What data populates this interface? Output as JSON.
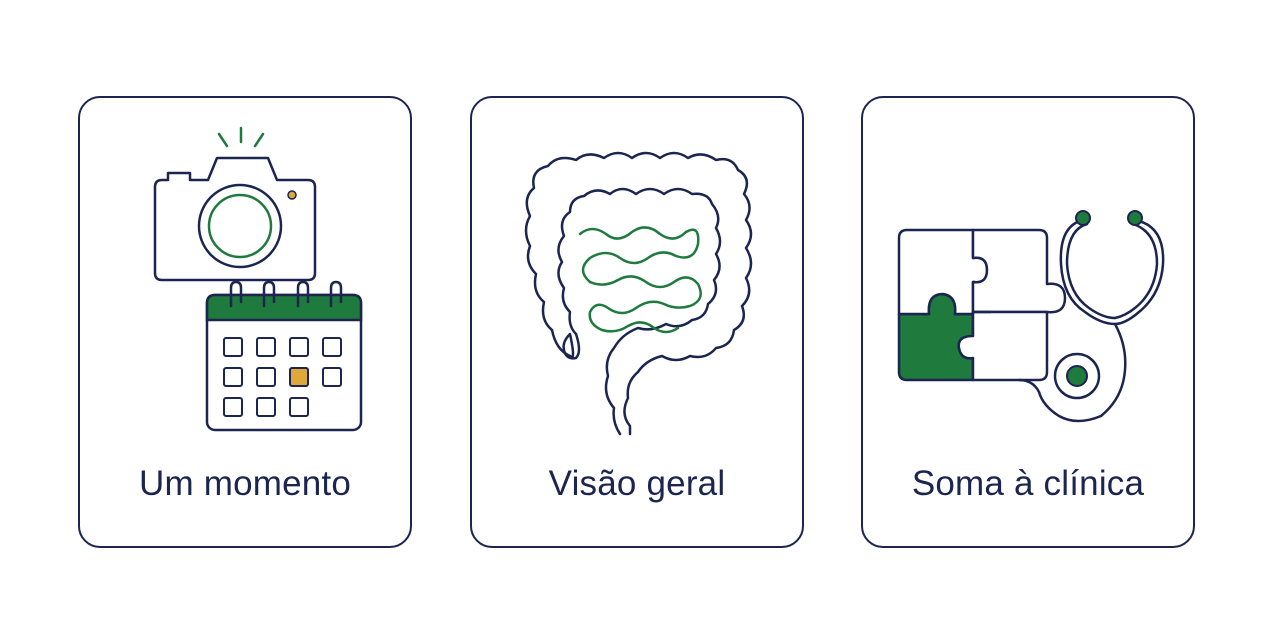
{
  "colors": {
    "navy": "#1b2550",
    "green": "#1f7a3e",
    "amber": "#e0a83a",
    "card_background": "#ffffff"
  },
  "cards": [
    {
      "label": "Um momento",
      "icons": [
        "camera-icon",
        "calendar-icon"
      ]
    },
    {
      "label": "Visão geral",
      "icons": [
        "intestine-icon"
      ]
    },
    {
      "label": "Soma à clínica",
      "icons": [
        "puzzle-icon",
        "stethoscope-icon"
      ]
    }
  ]
}
